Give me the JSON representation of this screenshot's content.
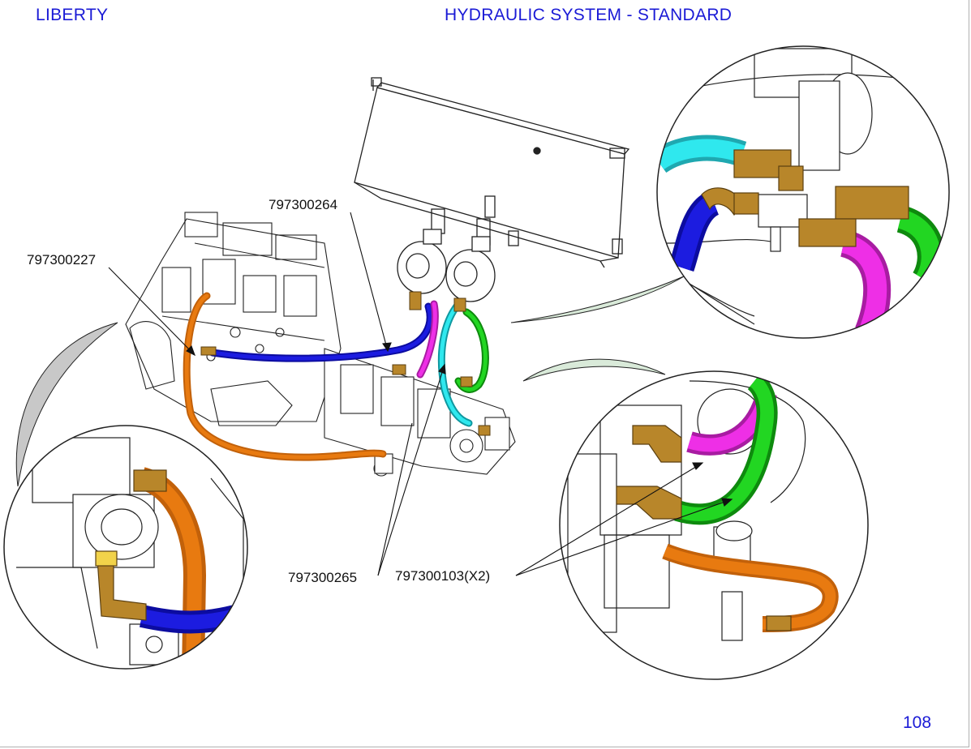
{
  "header": {
    "left_title": "LIBERTY",
    "right_title": "HYDRAULIC SYSTEM - STANDARD",
    "title_color": "#1a1ad6"
  },
  "footer": {
    "page_number": "108"
  },
  "part_labels": [
    {
      "id": "hose-797300264",
      "text": "797300264"
    },
    {
      "id": "hose-797300227",
      "text": "797300227"
    },
    {
      "id": "hose-797300265",
      "text": "797300265"
    },
    {
      "id": "hose-797300103",
      "text": "797300103(X2)"
    }
  ],
  "hose_colors": {
    "blue": "#1c1ce0",
    "orange": "#e87a10",
    "magenta": "#ee2fe6",
    "cyan": "#2fe8ee",
    "green": "#22d622",
    "brass": "#b8862a"
  },
  "icons": [
    "engine-assembly-icon",
    "hydraulic-tank-icon",
    "hydraulic-pump-icon",
    "detail-magnifier-icon"
  ]
}
